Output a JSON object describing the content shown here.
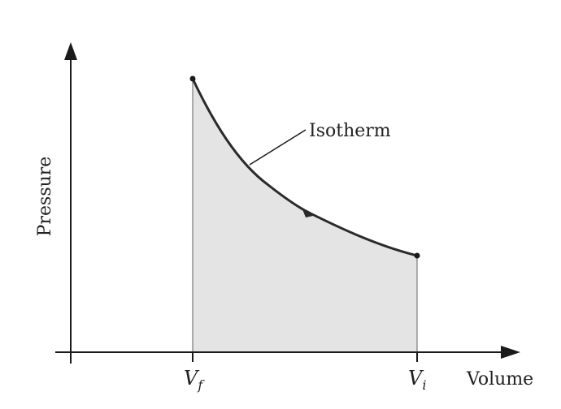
{
  "diagram": {
    "y_axis_label": "Pressure",
    "x_axis_label": "Volume",
    "curve_label": "Isotherm",
    "ticks": [
      {
        "main": "V",
        "sub": "f"
      },
      {
        "main": "V",
        "sub": "i"
      }
    ],
    "colors": {
      "axis": "#1a1a1a",
      "curve": "#2a2a2a",
      "fill": "#e4e4e4",
      "text": "#222222"
    }
  }
}
